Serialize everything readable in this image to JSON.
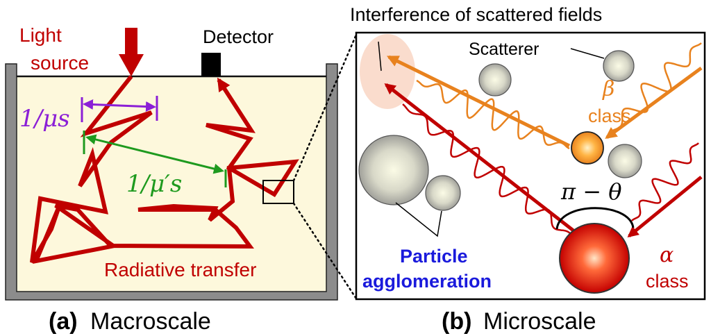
{
  "panel_a": {
    "light_source_line1": "Light",
    "light_source_line2": "source",
    "detector": "Detector",
    "mean_free_path": "1/μs",
    "transport_path": "1/μ′s",
    "radiative_transfer": "Radiative transfer",
    "caption_tag": "(a)",
    "caption_text": "Macroscale"
  },
  "panel_b": {
    "interference": "Interference of scattered fields",
    "scatterer": "Scatterer",
    "beta_symbol": "β",
    "beta_class": "class",
    "angle": "π − θ",
    "agglomeration_line1": "Particle",
    "agglomeration_line2": "agglomeration",
    "alpha_symbol": "α",
    "alpha_class": "class",
    "caption_tag": "(b)",
    "caption_text": "Microscale"
  },
  "colors": {
    "path_red": "#c00000",
    "beta_orange": "#e8821e",
    "mfp_purple": "#8b1fd6",
    "transport_green": "#1e9a1e",
    "medium_fill": "#fdf8dc",
    "agglomeration_blue": "#1a1adc"
  }
}
